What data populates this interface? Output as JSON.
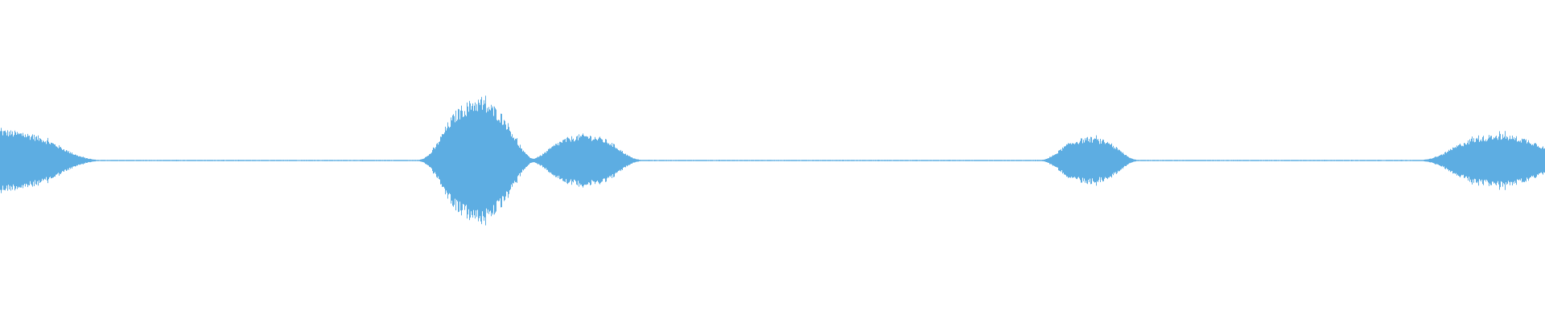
{
  "waveform": {
    "color": "#5dade2",
    "background": "#ffffff",
    "bursts": [
      {
        "center": 0.0,
        "peak": 0.2,
        "width": 0.048
      },
      {
        "center": 0.309,
        "peak": 0.4,
        "width": 0.028
      },
      {
        "center": 0.378,
        "peak": 0.17,
        "width": 0.028
      },
      {
        "center": 0.705,
        "peak": 0.15,
        "width": 0.024
      },
      {
        "center": 0.97,
        "peak": 0.17,
        "width": 0.038
      }
    ],
    "baseline_amplitude": 0.004
  }
}
